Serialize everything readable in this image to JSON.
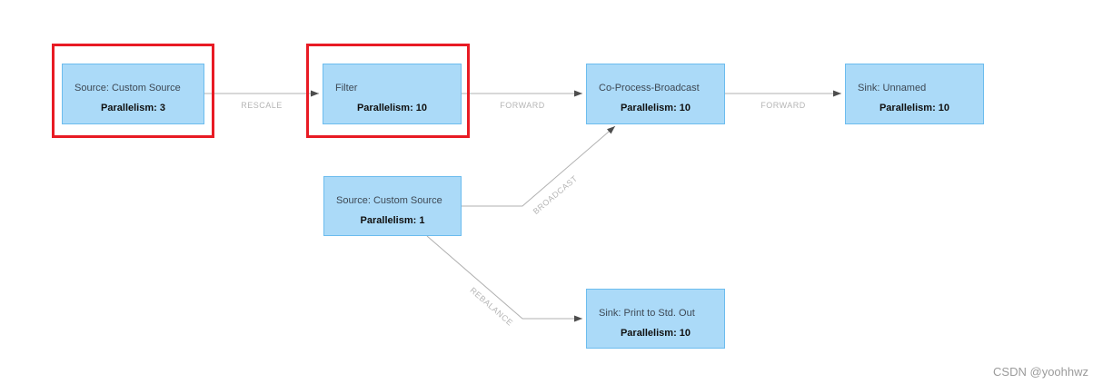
{
  "diagram": {
    "nodes": [
      {
        "id": "source-custom-source-p3",
        "name": "Source: Custom Source",
        "parallelism_label": "Parallelism: 3",
        "highlighted": true
      },
      {
        "id": "filter",
        "name": "Filter",
        "parallelism_label": "Parallelism: 10",
        "highlighted": true
      },
      {
        "id": "co-process-broadcast",
        "name": "Co-Process-Broadcast",
        "parallelism_label": "Parallelism: 10",
        "highlighted": false
      },
      {
        "id": "sink-unnamed",
        "name": "Sink: Unnamed",
        "parallelism_label": "Parallelism: 10",
        "highlighted": false
      },
      {
        "id": "source-custom-source-p1",
        "name": "Source: Custom Source",
        "parallelism_label": "Parallelism: 1",
        "highlighted": false
      },
      {
        "id": "sink-print-to-std-out",
        "name": "Sink: Print to Std. Out",
        "parallelism_label": "Parallelism: 10",
        "highlighted": false
      }
    ],
    "edges": [
      {
        "from": "source-custom-source-p3",
        "to": "filter",
        "label": "RESCALE"
      },
      {
        "from": "filter",
        "to": "co-process-broadcast",
        "label": "FORWARD"
      },
      {
        "from": "co-process-broadcast",
        "to": "sink-unnamed",
        "label": "FORWARD"
      },
      {
        "from": "source-custom-source-p1",
        "to": "co-process-broadcast",
        "label": "BROADCAST"
      },
      {
        "from": "source-custom-source-p1",
        "to": "sink-print-to-std-out",
        "label": "REBALANCE"
      }
    ],
    "colors": {
      "node_fill": "#abdaf8",
      "node_border": "#6cbcee",
      "edge_line": "#b0b0b0",
      "edge_arrow": "#4d4d4d",
      "edge_label_text": "#b5b5b5",
      "highlight_border": "#e81b24",
      "node_name_text": "#3d4854",
      "parallelism_text": "#101010"
    },
    "watermark": "CSDN @yoohhwz"
  }
}
